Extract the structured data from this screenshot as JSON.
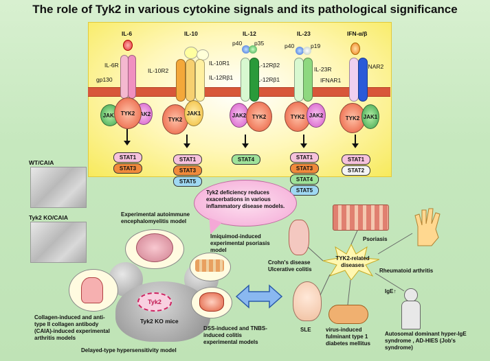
{
  "title": "The role of Tyk2 in various cytokine signals and its pathological significance",
  "cytokines": {
    "il6": {
      "name": "IL-6",
      "receptor1": "IL-6R",
      "receptor2": "gp130",
      "jak_left": "JAK1",
      "tyk": "TYK2",
      "jak_right": "JAK2",
      "stats": [
        "STAT1",
        "STAT3"
      ]
    },
    "il10": {
      "name": "IL-10",
      "receptor1": "IL-10R2",
      "receptor2": "IL-10R1",
      "receptor3": "IL-12Rβ1",
      "tyk": "TYK2",
      "jak": "JAK1",
      "stats": [
        "STAT1",
        "STAT3",
        "STAT5"
      ]
    },
    "il12": {
      "name": "IL-12",
      "sub1": "p40",
      "sub2": "p35",
      "receptor1": "IL-12Rβ2",
      "receptor2": "IL-12Rβ1",
      "jak": "JAK2",
      "tyk": "TYK2",
      "stats": [
        "STAT4"
      ]
    },
    "il23": {
      "name": "IL-23",
      "sub1": "p40",
      "sub2": "p19",
      "receptor1": "IL-23R",
      "tyk": "TYK2",
      "jak": "JAK2",
      "stats": [
        "STAT1",
        "STAT3",
        "STAT4",
        "STAT5"
      ]
    },
    "ifn": {
      "name": "IFN-α/β",
      "receptor1": "IFNAR2",
      "receptor2": "IFNAR1",
      "tyk": "TYK2",
      "jak": "JAK1",
      "stats": [
        "STAT1",
        "STAT2"
      ]
    }
  },
  "photos": {
    "wt": "WT/CAIA",
    "ko": "Tyk2 KO/CAIA"
  },
  "callout": "Tyk2 deficiency reduces exacerbations in various inflammatory disease models.",
  "mouse": {
    "badge": "Tyk2",
    "label": "Tyk2 KO mice"
  },
  "models": {
    "eae": "Experimental autoimmune encephalomyelitis model",
    "psoriasis": "Imiquimod-induced experimental psoriasis model",
    "arthritis": "Collagen-induced and anti-type II collagen antibody (CAIA)-induced experimental arthritis models",
    "colitis": "DSS-induced and TNBS-induced colitis experimental models",
    "dth": "Delayed-type hypersensitivity model"
  },
  "diseases": {
    "center": "TYK2-related diseases",
    "crohn": "Crohn's disease Ulcerative colitis",
    "psoriasis": "Psoriasis",
    "ra": "Rheumatoid arthritis",
    "sle": "SLE",
    "diabetes": "virus-induced fulminant type 1 diabetes mellitus",
    "ige": "IgE↑",
    "hies": "Autosomal dominant hyper-IgE syndrome , AD-HIES (Job's syndrome)"
  },
  "colors": {
    "membrane": "#d8573a",
    "tyk2": "#e85a3a",
    "jak1": "#3aa24a",
    "jak2": "#e07ad6",
    "stat1": "#f6c2dc",
    "stat3": "#f08a3c",
    "stat4": "#9fe29a",
    "stat5": "#9fd8f2",
    "stat2": "#f4f4f4"
  }
}
